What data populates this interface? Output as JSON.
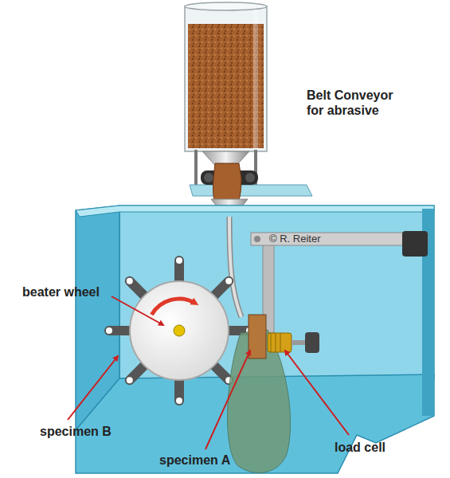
{
  "diagram": {
    "labels": [
      "Belt Conveyor for abrasive",
      "beater wheel",
      "specimen B",
      "specimen A",
      "load cell",
      "© R. Reiter"
    ]
  }
}
